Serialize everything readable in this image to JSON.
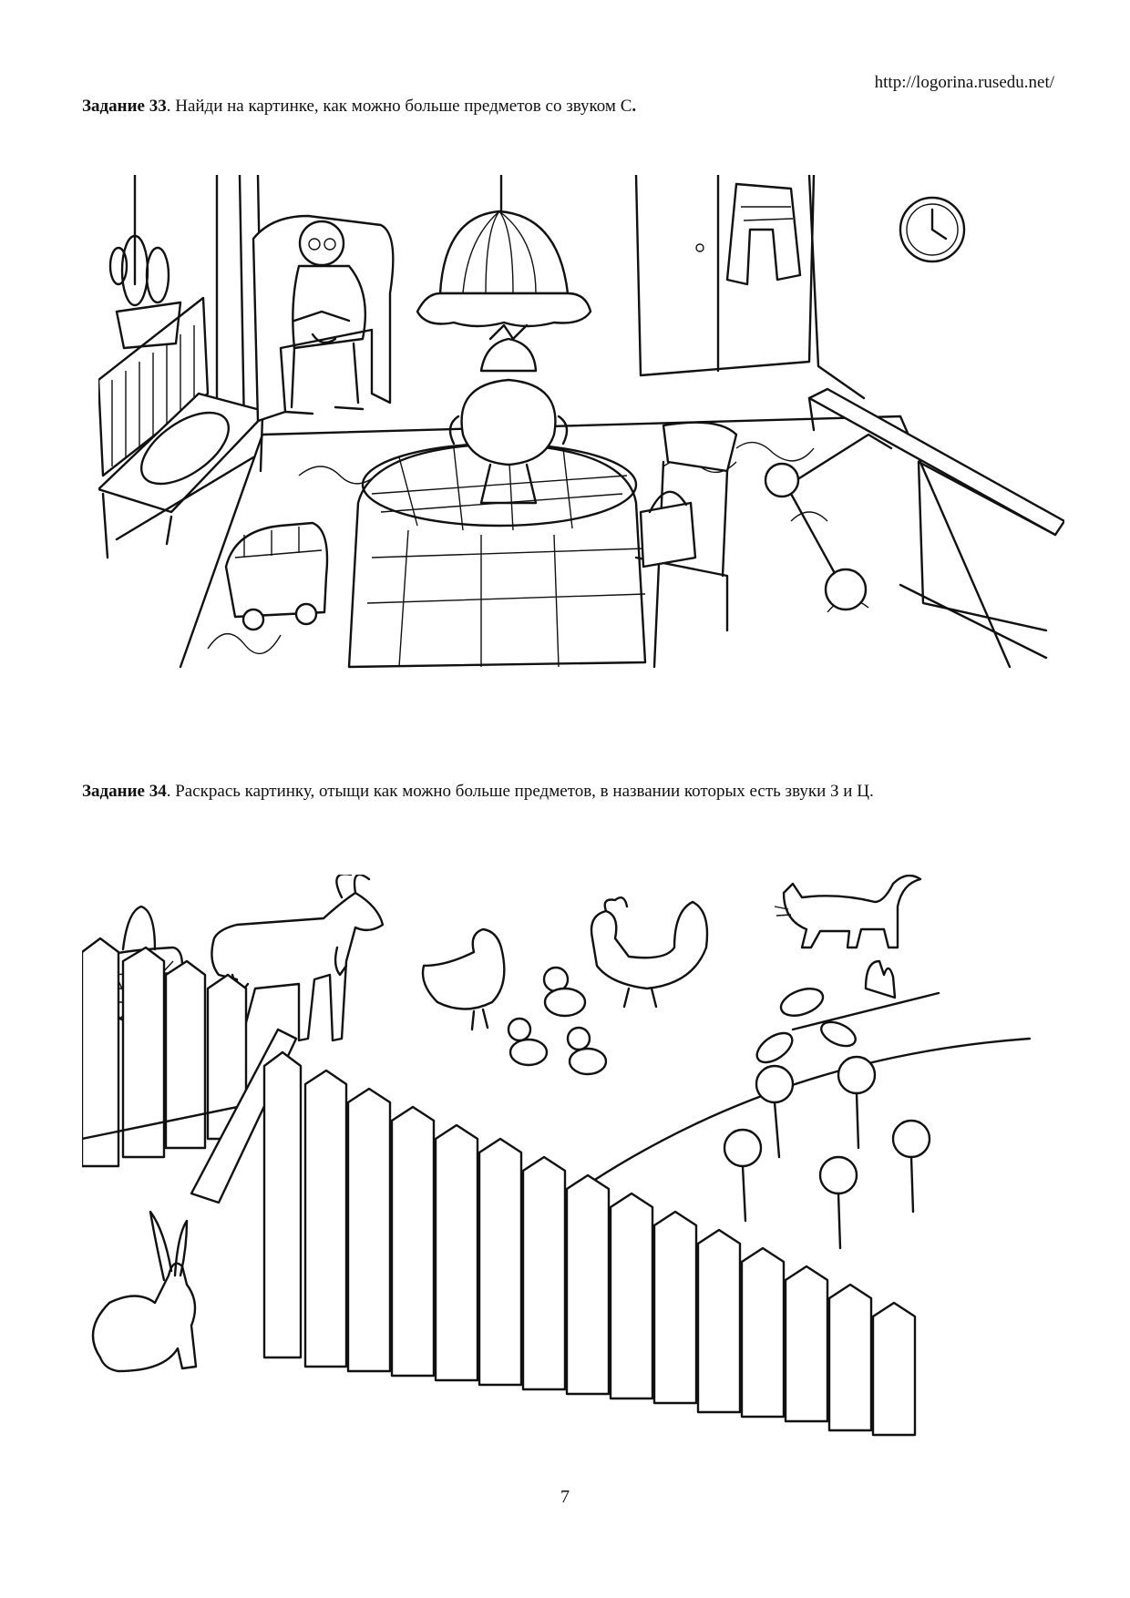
{
  "header": {
    "url": "http://logorina.rusedu.net/"
  },
  "task33": {
    "label": "Задание 33",
    "text": ". Найди на картинке, как можно больше предметов со звуком С",
    "end": "."
  },
  "task34": {
    "label": "Задание 34",
    "text": ". Раскрась картинку, отыщи как можно больше предметов, в названии которых есть звуки З и Ц."
  },
  "footer": {
    "page_number": "7"
  }
}
